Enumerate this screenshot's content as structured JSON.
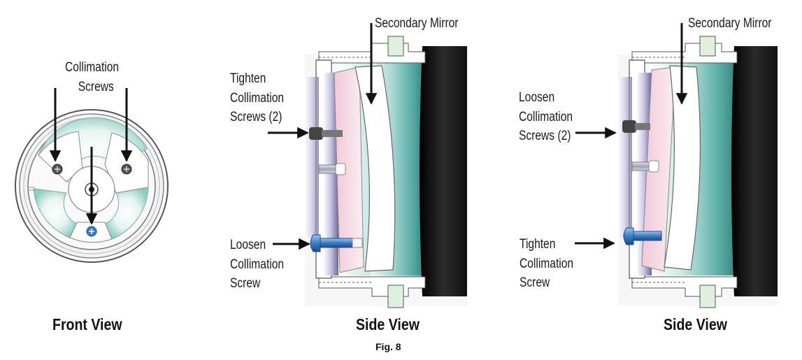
{
  "front_view": {
    "callout_lines": [
      "Collimation",
      "Screws"
    ],
    "caption": "Front View"
  },
  "side_view_left": {
    "top_callout": "Secondary Mirror",
    "upper_callout_lines": [
      "Tighten",
      "Collimation",
      "Screws (2)"
    ],
    "lower_callout_lines": [
      "Loosen",
      "Collimation",
      "Screw"
    ],
    "caption": "Side View"
  },
  "side_view_right": {
    "top_callout": "Secondary Mirror",
    "upper_callout_lines": [
      "Loosen",
      "Collimation",
      "Screws (2)"
    ],
    "lower_callout_lines": [
      "Tighten",
      "Collimation",
      "Screw"
    ],
    "caption": "Side View"
  },
  "figure_label": "Fig. 8",
  "colors": {
    "tube_black": "#141414",
    "teal_gradient": "#4aa6a0",
    "mirror_pink": "#f6dde8",
    "screw_blue": "#3a7cc4",
    "arrow": "#111111"
  }
}
